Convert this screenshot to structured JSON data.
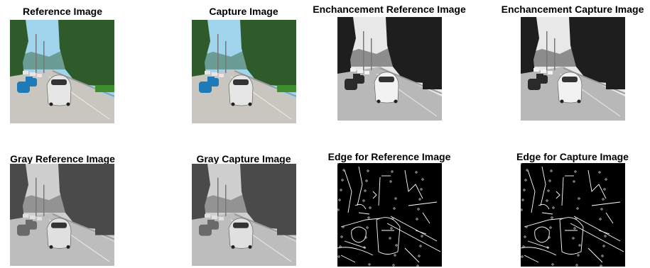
{
  "figure": {
    "panels": [
      {
        "id": "ref",
        "title": "Reference Image",
        "style": "color"
      },
      {
        "id": "cap",
        "title": "Capture Image",
        "style": "color"
      },
      {
        "id": "enh_ref",
        "title": "Enchancement Reference Image",
        "style": "enhanced"
      },
      {
        "id": "enh_cap",
        "title": "Enchancement Capture Image",
        "style": "enhanced"
      },
      {
        "id": "gray_ref",
        "title": "Gray Reference Image",
        "style": "gray"
      },
      {
        "id": "gray_cap",
        "title": "Gray Capture Image",
        "style": "gray"
      },
      {
        "id": "edge_ref",
        "title": "Edge for Reference Image",
        "style": "edge"
      },
      {
        "id": "edge_cap",
        "title": "Edge for Capture Image",
        "style": "edge"
      }
    ]
  },
  "colors": {
    "sky": "#9fd4ec",
    "trees": "#2f5a2a",
    "road": "#c9c6c0",
    "car_white": "#e6e6e6",
    "car_blue": "#1f7ab8",
    "edge_bg": "#000000",
    "edge_line": "#ffffff"
  }
}
